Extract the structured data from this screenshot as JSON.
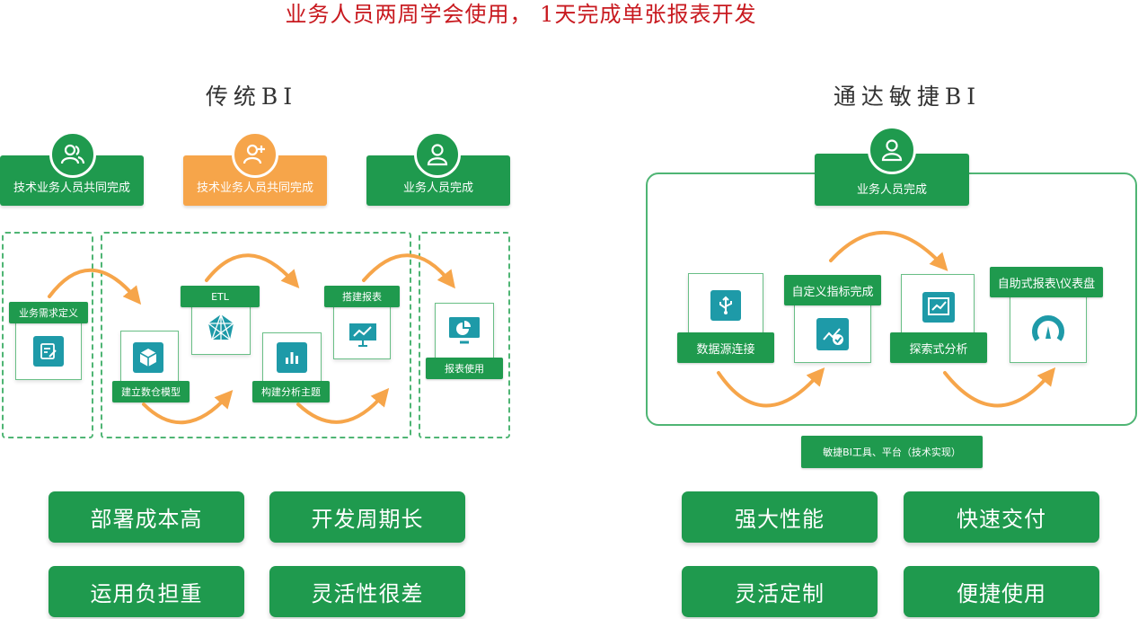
{
  "headline": "业务人员两周学会使用，  1天完成单张报表开发",
  "traditional": {
    "title": "传统BI",
    "roles": [
      {
        "label": "技术业务人员共同完成",
        "icon": "team-icon"
      },
      {
        "label": "技术业务人员共同完成",
        "icon": "add-user-icon"
      },
      {
        "label": "业务人员完成",
        "icon": "user-icon"
      }
    ],
    "steps": [
      {
        "label": "业务需求定义",
        "icon": "form-edit-icon"
      },
      {
        "label": "建立数仓模型",
        "icon": "cube-icon"
      },
      {
        "label": "ETL",
        "icon": "network-icon"
      },
      {
        "label": "构建分析主题",
        "icon": "bar-chart-icon"
      },
      {
        "label": "搭建报表",
        "icon": "presentation-icon"
      },
      {
        "label": "报表使用",
        "icon": "monitor-pie-icon"
      }
    ],
    "drawbacks": [
      "部署成本高",
      "开发周期长",
      "运用负担重",
      "灵活性很差"
    ]
  },
  "agile": {
    "title": "通达敏捷BI",
    "role": {
      "label": "业务人员完成",
      "icon": "user-icon"
    },
    "steps": [
      {
        "label": "数据源连接",
        "icon": "usb-icon"
      },
      {
        "label": "自定义指标完成",
        "icon": "chart-check-icon"
      },
      {
        "label": "探索式分析",
        "icon": "trend-chart-icon"
      },
      {
        "label": "自助式报表\\仪表盘",
        "icon": "gauge-icon"
      }
    ],
    "platform": "敏捷BI工具、平台（技术实现）",
    "benefits": [
      "强大性能",
      "快速交付",
      "灵活定制",
      "便捷使用"
    ]
  },
  "colors": {
    "primary_green": "#1f9a4e",
    "accent_orange": "#f6a54a",
    "headline_red": "#c8191f",
    "icon_teal": "#1e9aa8"
  }
}
